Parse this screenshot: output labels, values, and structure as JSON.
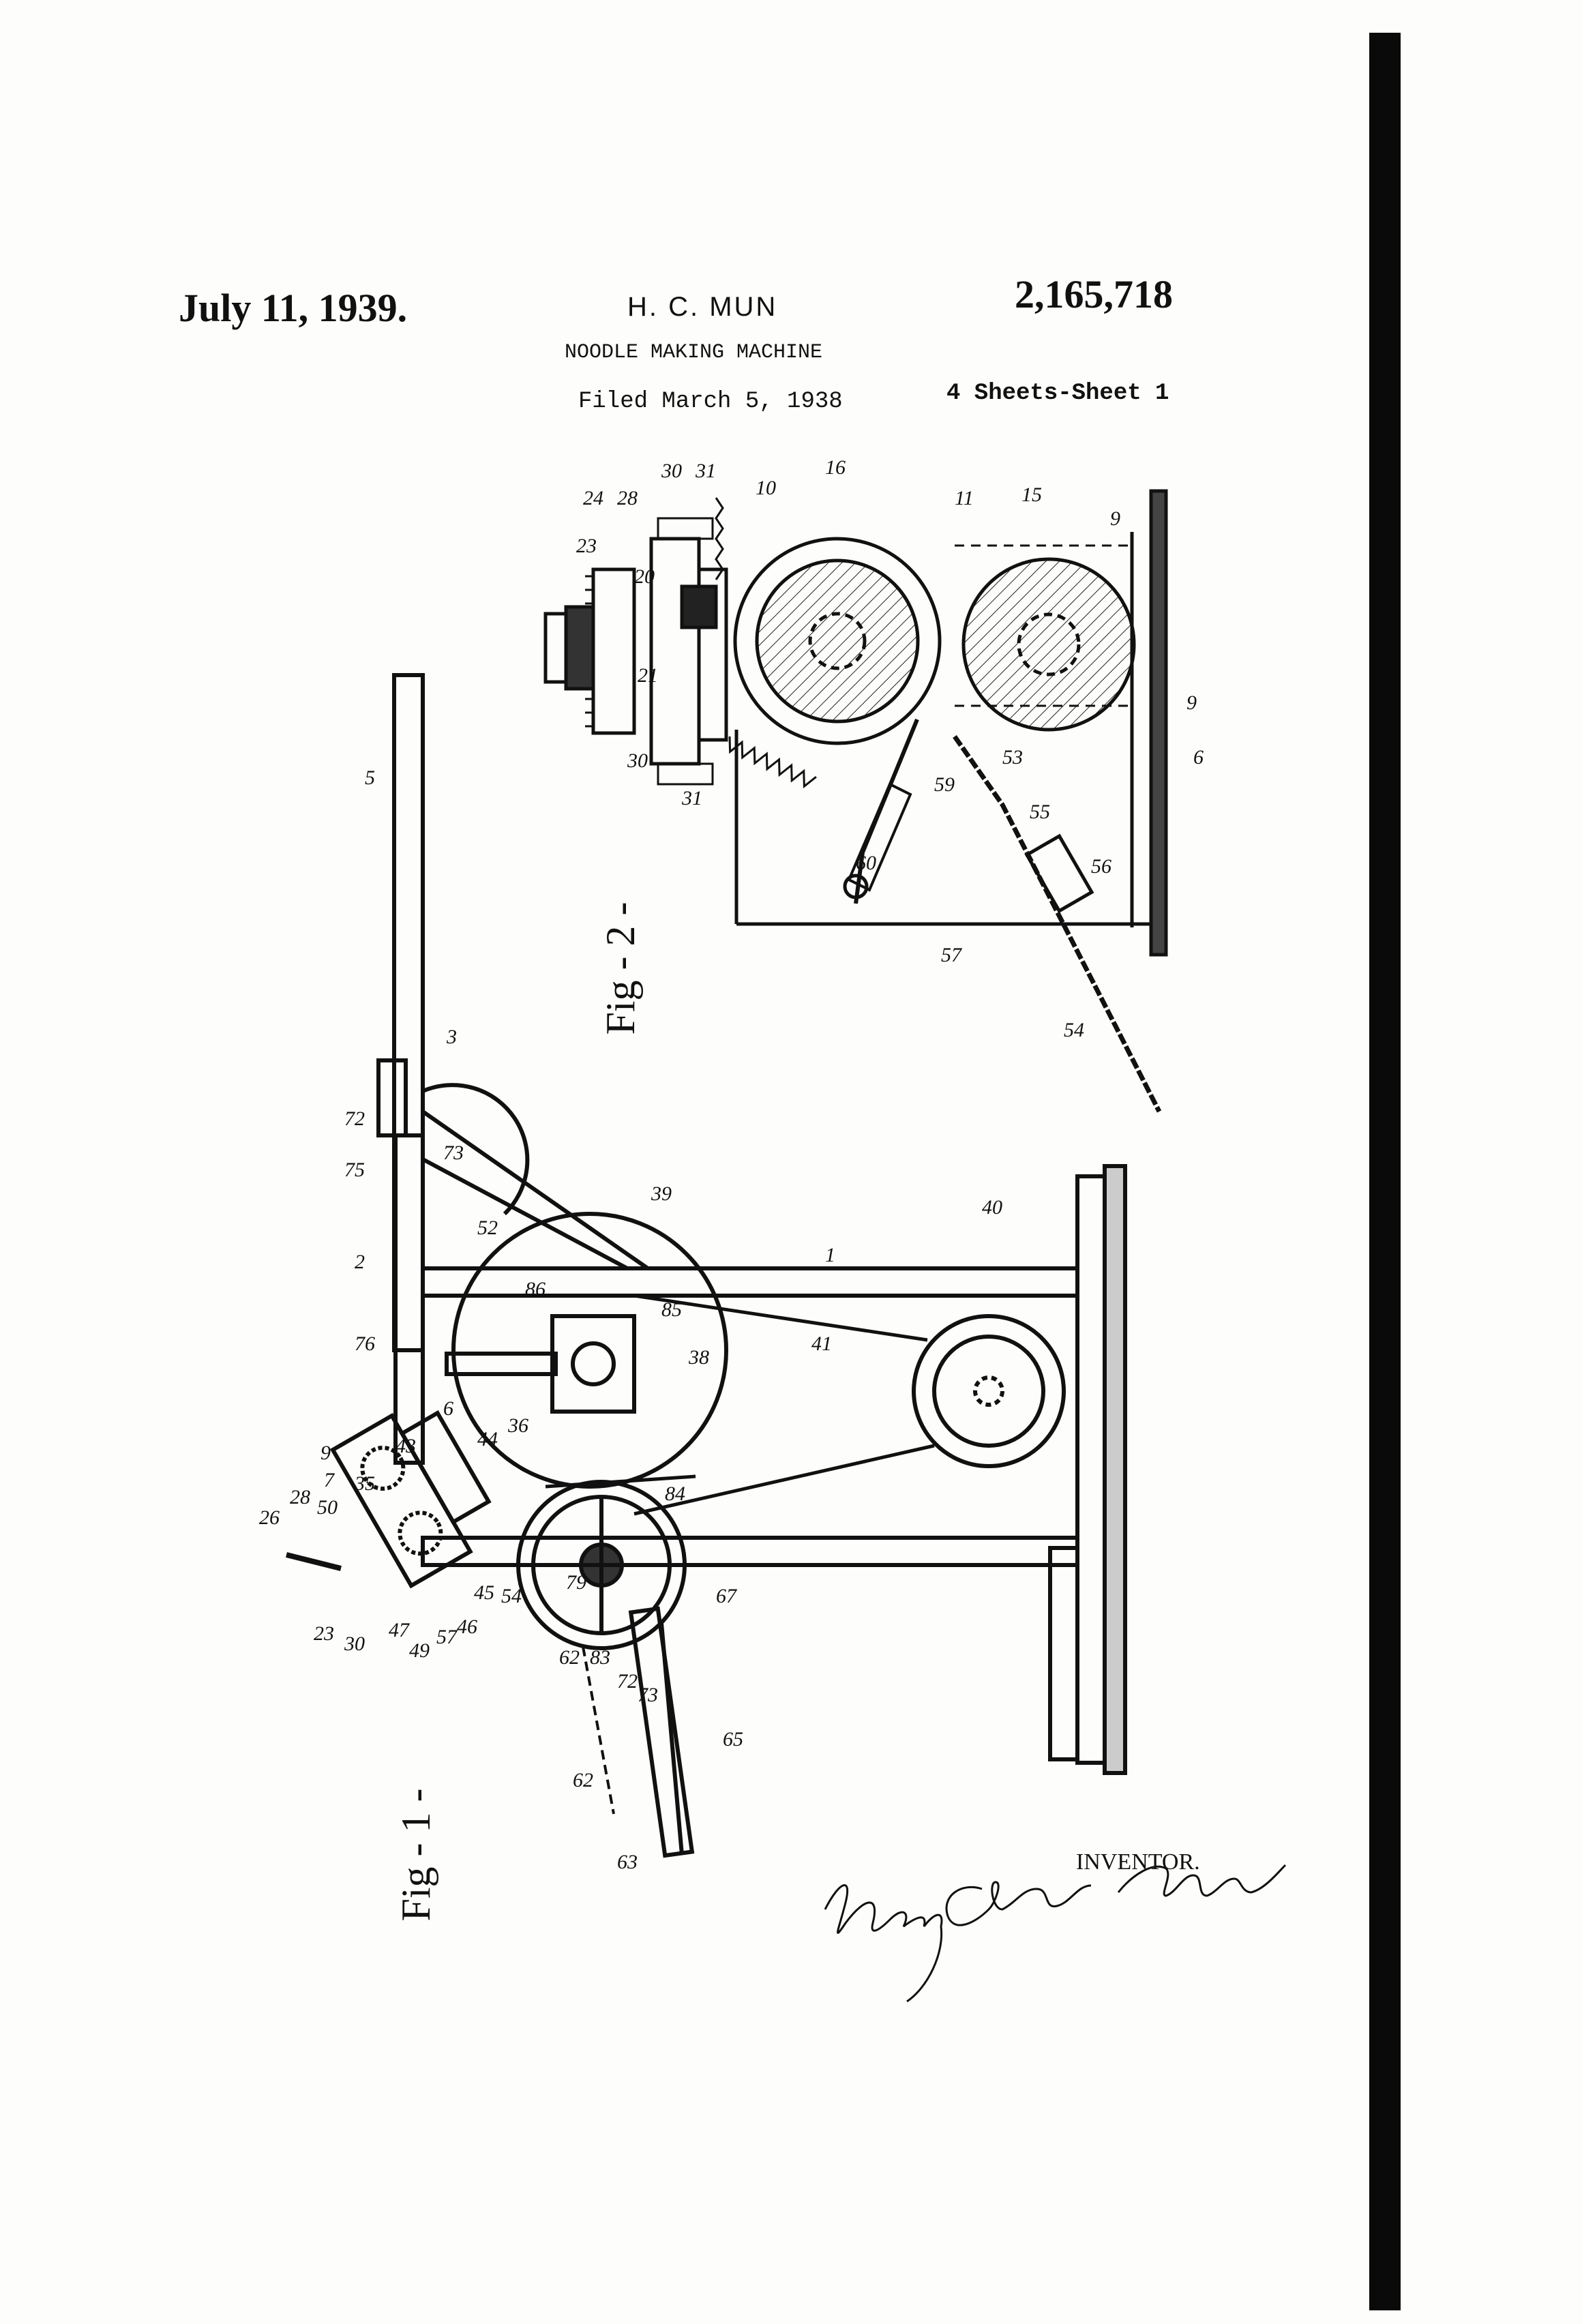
{
  "header": {
    "date": "July 11, 1939.",
    "inventor_name": "H. C. MUN",
    "patent_number": "2,165,718",
    "title": "NOODLE MAKING MACHINE",
    "filed": "Filed March 5, 1938",
    "sheets": "4 Sheets-Sheet 1"
  },
  "figures": {
    "fig1_label": "Fig - 1 -",
    "fig2_label": "Fig - 2 -"
  },
  "fig2_refs": [
    "24",
    "28",
    "30",
    "31",
    "10",
    "16",
    "11",
    "15",
    "9",
    "23",
    "20",
    "21",
    "9",
    "30",
    "31",
    "59",
    "53",
    "55",
    "56",
    "6",
    "60",
    "57",
    "54"
  ],
  "fig1_refs": [
    "5",
    "3",
    "72",
    "75",
    "73",
    "2",
    "52",
    "39",
    "1",
    "40",
    "76",
    "86",
    "85",
    "38",
    "41",
    "6",
    "43",
    "35",
    "9",
    "7",
    "50",
    "28",
    "26",
    "44",
    "36",
    "23",
    "30",
    "47",
    "49",
    "57",
    "46",
    "45",
    "54",
    "84",
    "79",
    "62",
    "83",
    "72",
    "73",
    "67",
    "62",
    "63",
    "65"
  ],
  "signature": {
    "label": "INVENTOR.",
    "handwritten": "Henry Chan Mun"
  }
}
